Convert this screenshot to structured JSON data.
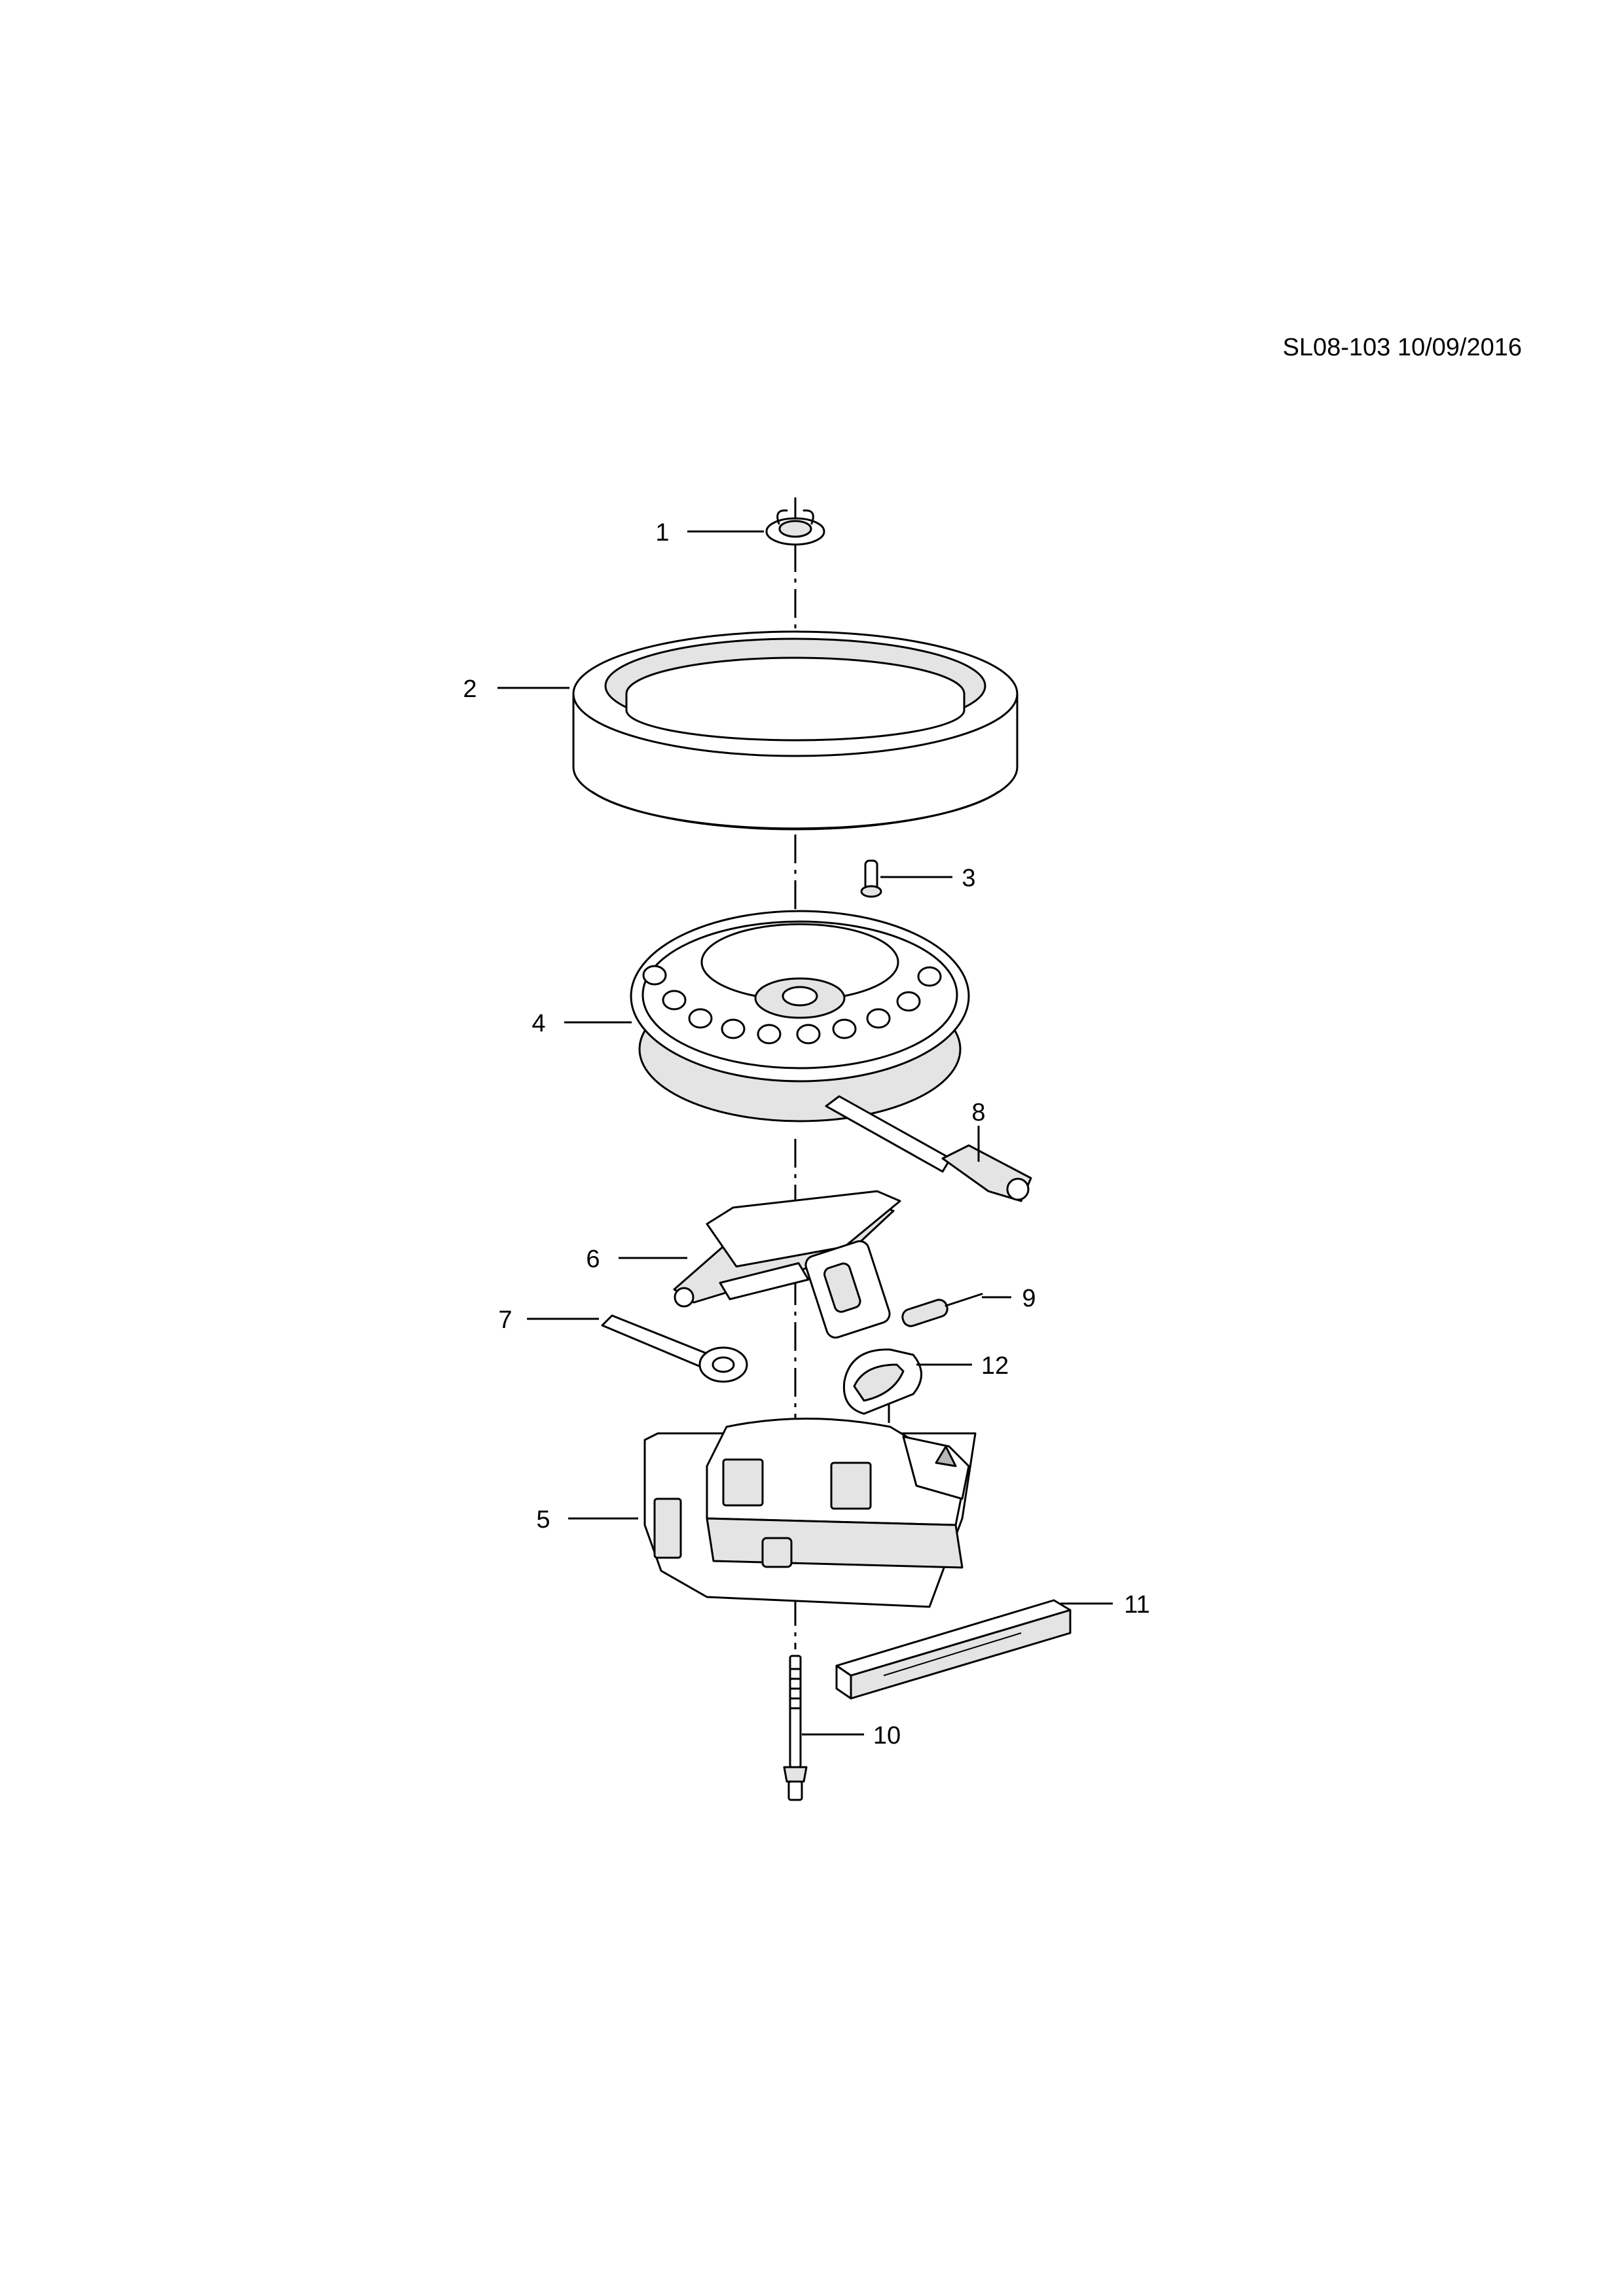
{
  "header": {
    "code": "SL08-103 10/09/2016"
  },
  "callouts": [
    {
      "id": "c1",
      "label": "1"
    },
    {
      "id": "c2",
      "label": "2"
    },
    {
      "id": "c3",
      "label": "3"
    },
    {
      "id": "c4",
      "label": "4"
    },
    {
      "id": "c5",
      "label": "5"
    },
    {
      "id": "c6",
      "label": "6"
    },
    {
      "id": "c7",
      "label": "7"
    },
    {
      "id": "c8",
      "label": "8"
    },
    {
      "id": "c9",
      "label": "9"
    },
    {
      "id": "c10",
      "label": "10"
    },
    {
      "id": "c11",
      "label": "11"
    },
    {
      "id": "c12",
      "label": "12"
    }
  ]
}
